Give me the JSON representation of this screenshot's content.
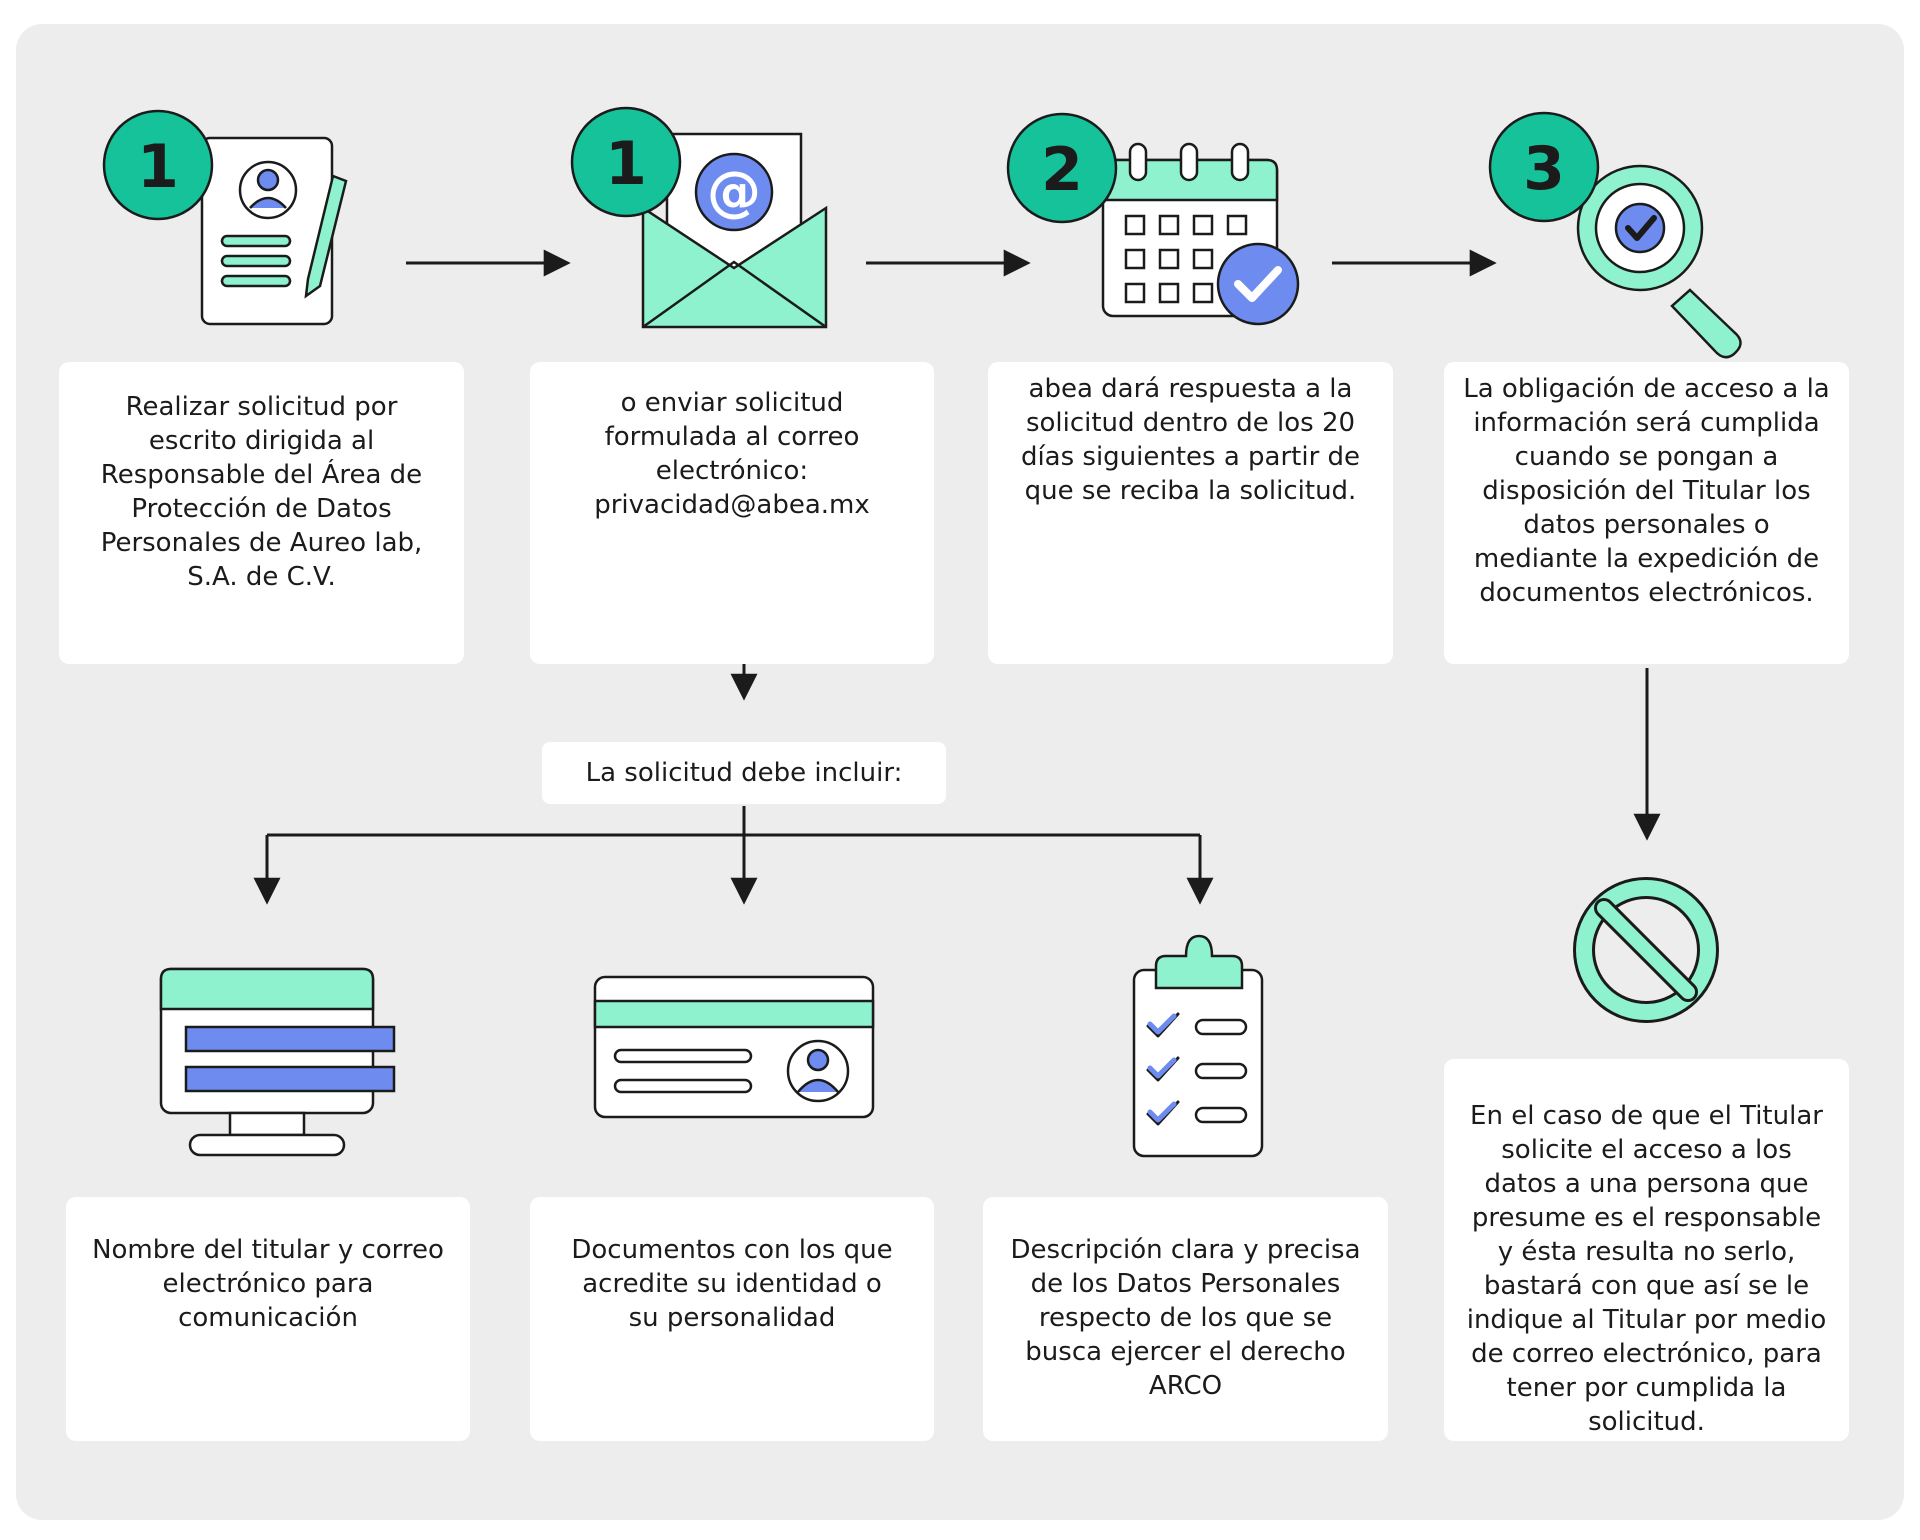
{
  "colors": {
    "background_panel": "#ededed",
    "card": "#ffffff",
    "accent_teal": "#15c29a",
    "accent_mint": "#8ef2cf",
    "accent_blue": "#6e8cf0",
    "stroke": "#1b1b1b"
  },
  "steps": [
    {
      "number": "1",
      "icon": "document-with-pencil-icon",
      "text": "Realizar solicitud por escrito dirigida al Responsable del Área de Protección de Datos Personales de Aureo lab, S.A. de C.V."
    },
    {
      "number": "1",
      "icon": "envelope-email-icon",
      "text": "o enviar solicitud formulada al correo electrónico: privacidad@abea.mx"
    },
    {
      "number": "2",
      "icon": "calendar-check-icon",
      "text": "abea dará respuesta a la solicitud dentro de los 20 días siguientes a partir de que se reciba la solicitud."
    },
    {
      "number": "3",
      "icon": "magnifier-check-icon",
      "text": "La obligación de acceso a la información será cumplida cuando se pongan a disposición del Titular los datos personales o mediante la expedición de documentos electrónicos."
    }
  ],
  "requirements": {
    "label": "La solicitud debe incluir:",
    "items": [
      {
        "icon": "monitor-form-icon",
        "text": "Nombre del titular y correo electrónico para comunicación"
      },
      {
        "icon": "id-card-icon",
        "text": "Documentos con los que acredite su identidad o su personalidad"
      },
      {
        "icon": "clipboard-checklist-icon",
        "text": "Descripción clara y precisa de los Datos Personales respecto de los que se busca ejercer el derecho ARCO"
      }
    ]
  },
  "exception": {
    "icon": "prohibited-icon",
    "text": "En el caso de que el Titular solicite el acceso a los datos a una persona que presume es el responsable y ésta resulta no serlo, bastará con que así se le indique al Titular por medio de correo electrónico, para tener por cumplida la solicitud."
  }
}
